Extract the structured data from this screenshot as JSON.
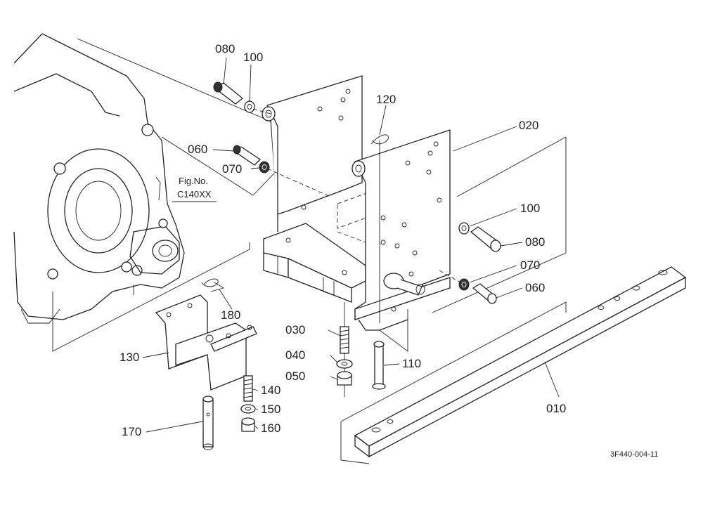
{
  "diagram": {
    "drawing_code": "3F440-004-11",
    "figure_reference": {
      "line1": "Fig.No.",
      "line2": "C140XX"
    },
    "parts": [
      {
        "id": "p080a",
        "number": "080"
      },
      {
        "id": "p100a",
        "number": "100"
      },
      {
        "id": "p120",
        "number": "120"
      },
      {
        "id": "p020",
        "number": "020"
      },
      {
        "id": "p060a",
        "number": "060"
      },
      {
        "id": "p070a",
        "number": "070"
      },
      {
        "id": "p100b",
        "number": "100"
      },
      {
        "id": "p080b",
        "number": "080"
      },
      {
        "id": "p070b",
        "number": "070"
      },
      {
        "id": "p060b",
        "number": "060"
      },
      {
        "id": "p180",
        "number": "180"
      },
      {
        "id": "p030",
        "number": "030"
      },
      {
        "id": "p040",
        "number": "040"
      },
      {
        "id": "p050",
        "number": "050"
      },
      {
        "id": "p110",
        "number": "110"
      },
      {
        "id": "p130",
        "number": "130"
      },
      {
        "id": "p140",
        "number": "140"
      },
      {
        "id": "p150",
        "number": "150"
      },
      {
        "id": "p160",
        "number": "160"
      },
      {
        "id": "p170",
        "number": "170"
      },
      {
        "id": "p010",
        "number": "010"
      }
    ]
  }
}
